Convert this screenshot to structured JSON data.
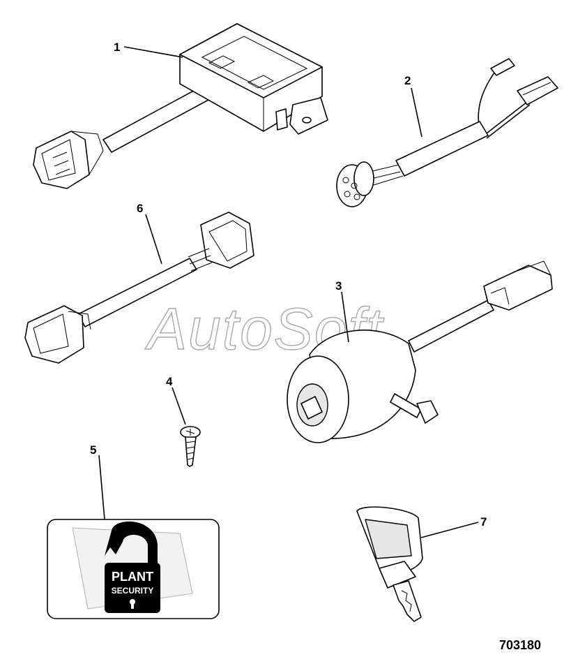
{
  "watermark": {
    "text": "AutoSoft"
  },
  "reference_number": "703180",
  "callouts": [
    {
      "id": "1",
      "label": "1"
    },
    {
      "id": "2",
      "label": "2"
    },
    {
      "id": "3",
      "label": "3"
    },
    {
      "id": "4",
      "label": "4"
    },
    {
      "id": "5",
      "label": "5"
    },
    {
      "id": "6",
      "label": "6"
    },
    {
      "id": "7",
      "label": "7"
    }
  ],
  "decal": {
    "line1": "PLANT",
    "line2": "SECURITY"
  }
}
